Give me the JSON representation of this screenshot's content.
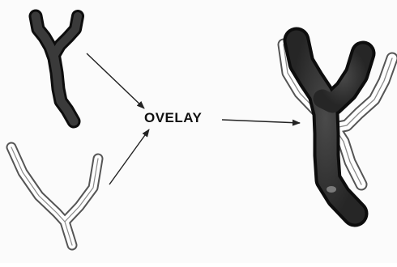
{
  "diagram": {
    "label": "OVELAY",
    "shapes": {
      "dark_shape": "dark-y-shape",
      "outline_shape": "outline-y-shape",
      "result": "overlaid-y-shapes"
    },
    "colors": {
      "dark_fill": "#3a3a3a",
      "dark_edge": "#0d0d0d",
      "outline_stroke": "#555555",
      "outline_fill": "#ffffff",
      "arrow": "#222222",
      "background": "#fbfbfb"
    }
  }
}
